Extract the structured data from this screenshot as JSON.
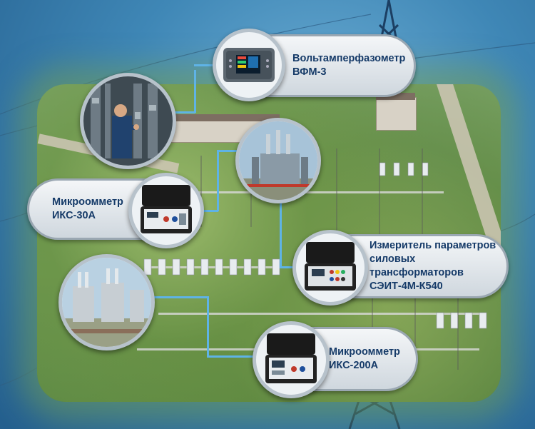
{
  "devices": [
    {
      "id": "vfm3",
      "line1": "Вольтамперфазометр",
      "line2": "ВФМ-3",
      "icon": "phase-meter-device-icon"
    },
    {
      "id": "iks30a",
      "line1": "Микроомметр",
      "line2": "ИКС-30А",
      "icon": "micro-ohmmeter-case-icon"
    },
    {
      "id": "seit",
      "line1": "Измеритель параметров",
      "line2": "силовых трансформаторов",
      "line3": "СЭИТ-4М-К540",
      "icon": "transformer-tester-case-icon"
    },
    {
      "id": "iks200a",
      "line1": "Микроомметр",
      "line2": "ИКС-200А",
      "icon": "micro-ohmmeter-case-icon"
    }
  ],
  "photos": [
    {
      "icon": "technician-at-switchgear-photo"
    },
    {
      "icon": "power-transformer-photo"
    },
    {
      "icon": "substation-transformers-photo"
    }
  ],
  "colors": {
    "text": "#153a68",
    "connector": "#5fb3e6",
    "background": "#3f87b6",
    "grass": "#6f9a55"
  }
}
